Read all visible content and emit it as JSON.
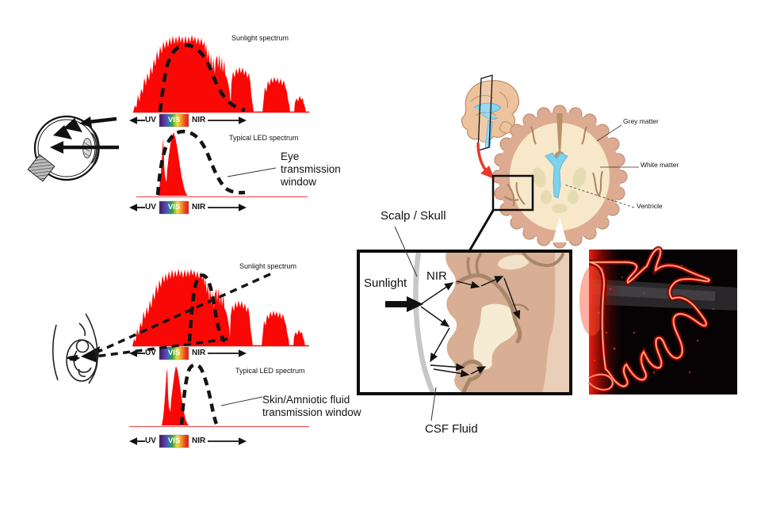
{
  "figure": {
    "eye_panel": {
      "sunlight_spectrum_title": "Sunlight spectrum",
      "led_spectrum_title": "Typical LED spectrum",
      "transmission_window_label": "Eye\ntransmission\nwindow",
      "axis_top": {
        "uv": "UV",
        "vis": "VIS",
        "nir": "NIR"
      },
      "axis_bottom": {
        "uv": "UV",
        "vis": "VIS",
        "nir": "NIR"
      }
    },
    "fetus_panel": {
      "sunlight_spectrum_title": "Sunlight spectrum",
      "led_spectrum_title": "Typical LED spectrum",
      "transmission_window_label": "Skin/Amniotic fluid\ntransmission window",
      "axis_top": {
        "uv": "UV",
        "vis": "VIS",
        "nir": "NIR"
      },
      "axis_bottom": {
        "uv": "UV",
        "vis": "VIS",
        "nir": "NIR"
      }
    },
    "brain_panel": {
      "grey_matter_label": "Grey matter",
      "white_matter_label": "White matter",
      "ventricle_label": "Ventricle"
    },
    "inset_panel": {
      "scalp_skull_label": "Scalp / Skull",
      "sunlight_label": "Sunlight",
      "nir_label": "NIR",
      "csf_fluid_label": "CSF Fluid"
    },
    "colors": {
      "spectrum_red": "#fa0806",
      "dash_black": "#141414",
      "grey_matter_tan": "#dcab92",
      "white_matter_cream": "#f7e8c9",
      "ventricle_blue": "#7dd2ec",
      "skull_grey": "#c7c7c7",
      "photo_glow_red": "#ff2014"
    }
  }
}
